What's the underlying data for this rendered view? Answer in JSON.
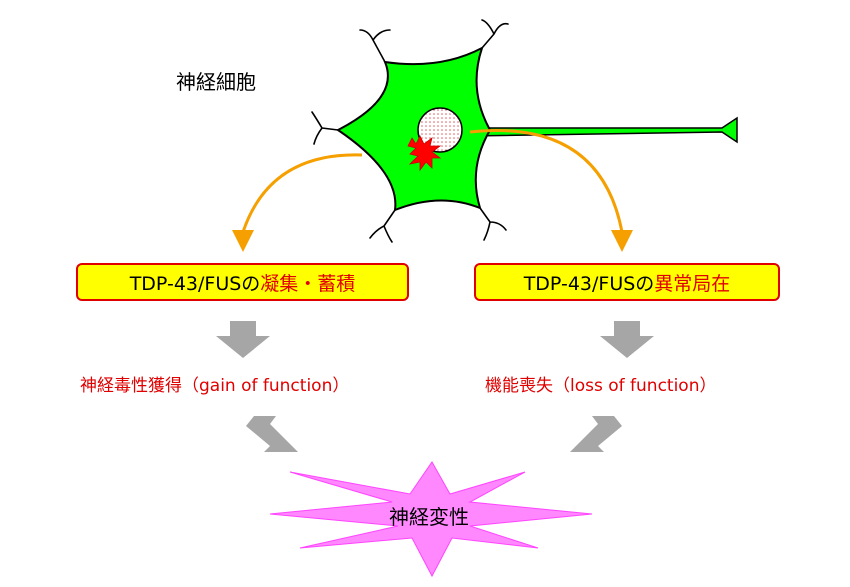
{
  "neuron": {
    "label": "神経細胞",
    "colors": {
      "cell_body": "#00ff00",
      "outline": "#000000",
      "aggregate": "#ff0000"
    }
  },
  "pathways": [
    {
      "box_prefix": "TDP-43/FUSの",
      "box_highlight": "凝集・蓄積",
      "effect": "神経毒性獲得（gain of function）"
    },
    {
      "box_prefix": "TDP-43/FUSの",
      "box_highlight": "異常局在",
      "effect": "機能喪失（loss of function）"
    }
  ],
  "outcome": {
    "label": "神経変性",
    "color": "#ff88ff"
  },
  "colors": {
    "curved_arrow": "#f5a000",
    "grey_arrow": "#a6a6a6",
    "box_fill": "#ffff00",
    "box_border": "#e00000",
    "highlight_text": "#e00000"
  }
}
